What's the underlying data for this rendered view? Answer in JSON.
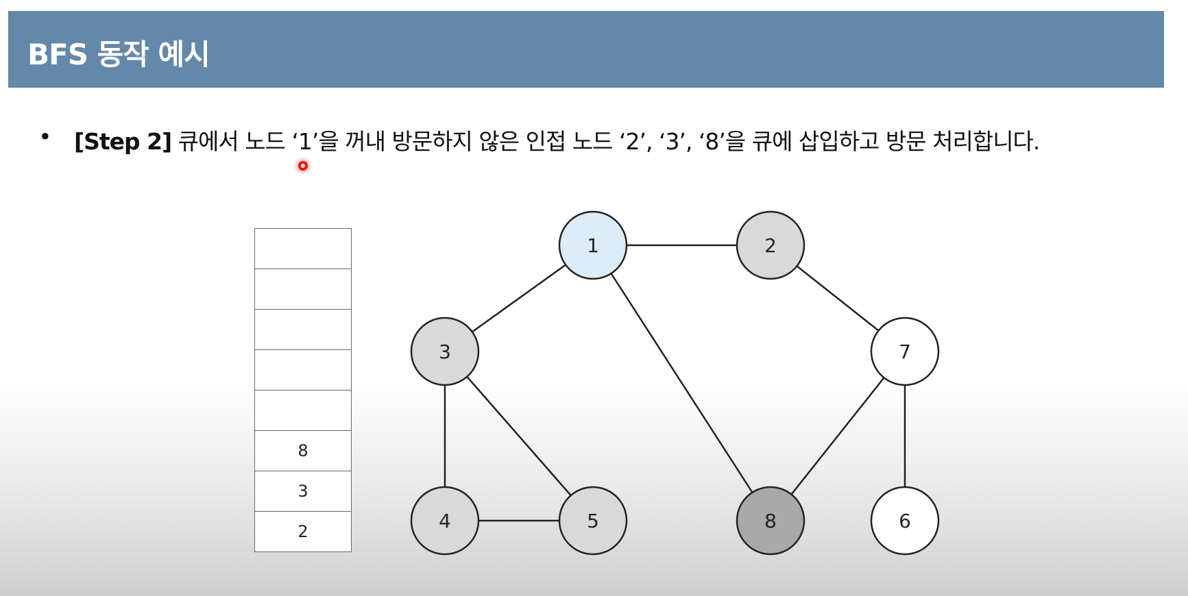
{
  "header": {
    "title": "BFS 동작 예시",
    "background": "#6488a8"
  },
  "step": {
    "bullet": "•",
    "label": "[Step 2]",
    "text": " 큐에서 노드 ‘1’을 꺼내 방문하지 않은 인접 노드 ‘2’, ‘3’, ‘8’을 큐에 삽입하고 방문 처리합니다."
  },
  "queue": {
    "cells": [
      "",
      "",
      "",
      "",
      "",
      "8",
      "3",
      "2"
    ]
  },
  "graph": {
    "nodes": [
      {
        "id": "1",
        "label": "1",
        "fill": "#dcecf8"
      },
      {
        "id": "2",
        "label": "2",
        "fill": "#d9d9d9"
      },
      {
        "id": "3",
        "label": "3",
        "fill": "#d9d9d9"
      },
      {
        "id": "4",
        "label": "4",
        "fill": "#d9d9d9"
      },
      {
        "id": "5",
        "label": "5",
        "fill": "#d9d9d9"
      },
      {
        "id": "6",
        "label": "6",
        "fill": "#ffffff"
      },
      {
        "id": "7",
        "label": "7",
        "fill": "#ffffff"
      },
      {
        "id": "8",
        "label": "8",
        "fill": "#a9a9a9"
      }
    ],
    "edges": [
      [
        "1",
        "2"
      ],
      [
        "1",
        "3"
      ],
      [
        "1",
        "8"
      ],
      [
        "2",
        "7"
      ],
      [
        "3",
        "4"
      ],
      [
        "3",
        "5"
      ],
      [
        "4",
        "5"
      ],
      [
        "7",
        "6"
      ],
      [
        "7",
        "8"
      ]
    ]
  }
}
